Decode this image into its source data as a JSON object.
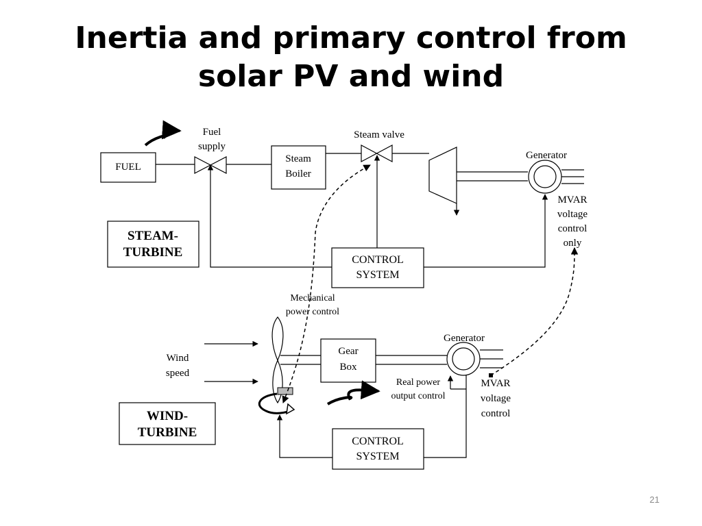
{
  "slide": {
    "title_line1": "Inertia and primary control from",
    "title_line2": "solar PV and wind",
    "page_number": "21"
  },
  "steam_section": {
    "fuel_box": "FUEL",
    "fuel_supply_line1": "Fuel",
    "fuel_supply_line2": "supply",
    "steam_boiler_line1": "Steam",
    "steam_boiler_line2": "Boiler",
    "steam_valve": "Steam valve",
    "generator": "Generator",
    "mvar_line1": "MVAR",
    "mvar_line2": "voltage",
    "mvar_line3": "control",
    "mvar_line4": "only",
    "control_system_line1": "CONTROL",
    "control_system_line2": "SYSTEM",
    "label_line1": "STEAM-",
    "label_line2": "TURBINE"
  },
  "wind_section": {
    "mechanical_line1": "Mechanical",
    "mechanical_line2": "power control",
    "wind_speed_line1": "Wind",
    "wind_speed_line2": "speed",
    "gear_box_line1": "Gear",
    "gear_box_line2": "Box",
    "generator": "Generator",
    "real_power_line1": "Real power",
    "real_power_line2": "output control",
    "mvar_line1": "MVAR",
    "mvar_line2": "voltage",
    "mvar_line3": "control",
    "control_system_line1": "CONTROL",
    "control_system_line2": "SYSTEM",
    "label_line1": "WIND-",
    "label_line2": "TURBINE"
  }
}
